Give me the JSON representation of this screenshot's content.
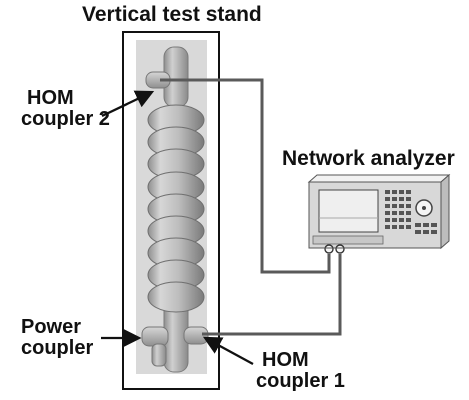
{
  "labels": {
    "vertical_test_stand": "Vertical test stand",
    "hom_coupler_2": [
      "HOM",
      "coupler 2"
    ],
    "network_analyzer": "Network analyzer",
    "power_coupler": [
      "Power",
      "coupler"
    ],
    "hom_coupler_1": [
      "HOM",
      "coupler 1"
    ]
  },
  "colors": {
    "stand_frame": "#111111",
    "stand_inner": "#dcdcdc",
    "cavity_fill": "#b9b9b9",
    "cable": "#5a5a5a",
    "instrument": "#d8d8d8",
    "screen": "#eeeeee",
    "text": "#111111"
  }
}
